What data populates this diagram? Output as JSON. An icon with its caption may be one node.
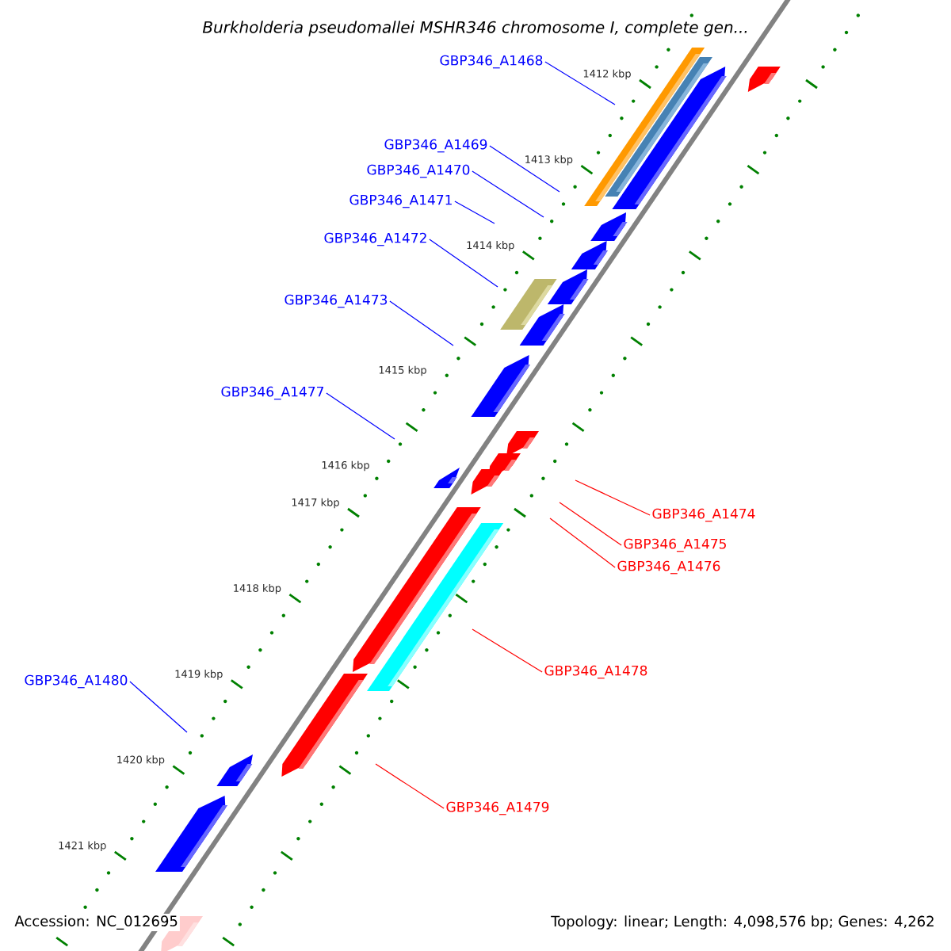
{
  "diagram": {
    "title": "Burkholderia pseudomallei MSHR346 chromosome I, complete gen...",
    "nodes": [
      {
        "text": [
          "GBP346_A1468"
        ]
      },
      {
        "text": [
          "GBP346_A1469"
        ]
      },
      {
        "text": [
          "GBP346_A1470"
        ]
      },
      {
        "text": [
          "GBP346_A1471"
        ]
      },
      {
        "text": [
          "GBP346_A1472"
        ]
      },
      {
        "text": [
          "GBP346_A1473"
        ]
      },
      {
        "text": [
          "GBP346_A1477"
        ]
      },
      {
        "text": [
          "GBP346_A1474"
        ]
      },
      {
        "text": [
          "GBP346_A1475"
        ]
      },
      {
        "text": [
          "GBP346_A1476"
        ]
      },
      {
        "text": [
          "GBP346_A1478"
        ]
      },
      {
        "text": [
          "GBP346_A1480"
        ]
      },
      {
        "text": [
          "GBP346_A1479"
        ]
      }
    ],
    "edges": [
      {
        "from": 0,
        "to": null,
        "arrow": "none"
      },
      {
        "from": 1,
        "to": null,
        "arrow": "none"
      },
      {
        "from": 2,
        "to": null,
        "arrow": "none"
      },
      {
        "from": 3,
        "to": null,
        "arrow": "none"
      },
      {
        "from": 4,
        "to": null,
        "arrow": "none"
      },
      {
        "from": 5,
        "to": null,
        "arrow": "none"
      },
      {
        "from": 6,
        "to": null,
        "arrow": "none"
      },
      {
        "from": 7,
        "to": null,
        "arrow": "none",
        "color": "#ff0000"
      },
      {
        "from": 8,
        "to": null,
        "arrow": "none",
        "color": "#ff0000"
      },
      {
        "from": 9,
        "to": null,
        "arrow": "none",
        "color": "#ff0000"
      },
      {
        "from": 10,
        "to": null,
        "arrow": "none",
        "color": "#ff0000"
      },
      {
        "from": 11,
        "to": null,
        "arrow": "none"
      },
      {
        "from": 12,
        "to": null,
        "arrow": "none",
        "color": "#ff0000"
      }
    ],
    "labels": [
      "1412 kbp",
      "1413 kbp",
      "1414 kbp",
      "1415 kbp",
      "1416 kbp",
      "1417 kbp",
      "1418 kbp",
      "1419 kbp",
      "1420 kbp",
      "1421 kbp",
      "Accession: NC_012695",
      "Topology: linear; Length: 4,098,576 bp; Genes: 4,262"
    ]
  }
}
